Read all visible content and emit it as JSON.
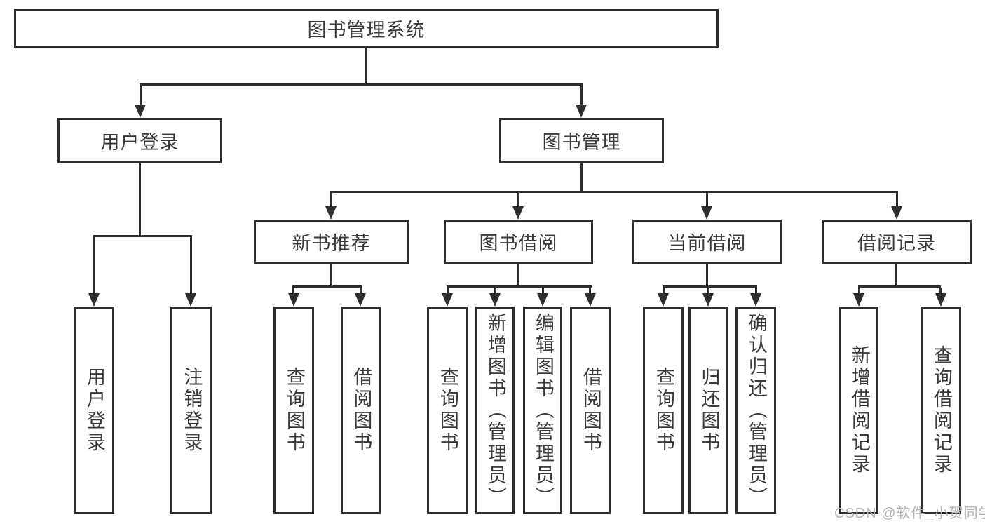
{
  "diagram": {
    "root": {
      "label": "图书管理系统",
      "children": [
        {
          "label": "用户登录",
          "children": [
            {
              "label": "用户登录"
            },
            {
              "label": "注销登录"
            }
          ]
        },
        {
          "label": "图书管理",
          "children": [
            {
              "label": "新书推荐",
              "children": [
                {
                  "label": "查询图书"
                },
                {
                  "label": "借阅图书"
                }
              ]
            },
            {
              "label": "图书借阅",
              "children": [
                {
                  "label": "查询图书"
                },
                {
                  "label": "新增图书（管理员）"
                },
                {
                  "label": "编辑图书（管理员）"
                },
                {
                  "label": "借阅图书"
                }
              ]
            },
            {
              "label": "当前借阅",
              "children": [
                {
                  "label": "查询图书"
                },
                {
                  "label": "归还图书"
                },
                {
                  "label": "确认归还（管理员）"
                }
              ]
            },
            {
              "label": "借阅记录",
              "children": [
                {
                  "label": "新增借阅记录"
                },
                {
                  "label": "查询借阅记录"
                }
              ]
            }
          ]
        }
      ]
    }
  },
  "watermark": {
    "text": "CSDN @软件_小贺同学",
    "color": "#b4b4b4"
  },
  "colors": {
    "line": "#2e2e2e",
    "box_border": "#2e2e2e",
    "text": "#3a3a3a",
    "background": "#ffffff"
  }
}
